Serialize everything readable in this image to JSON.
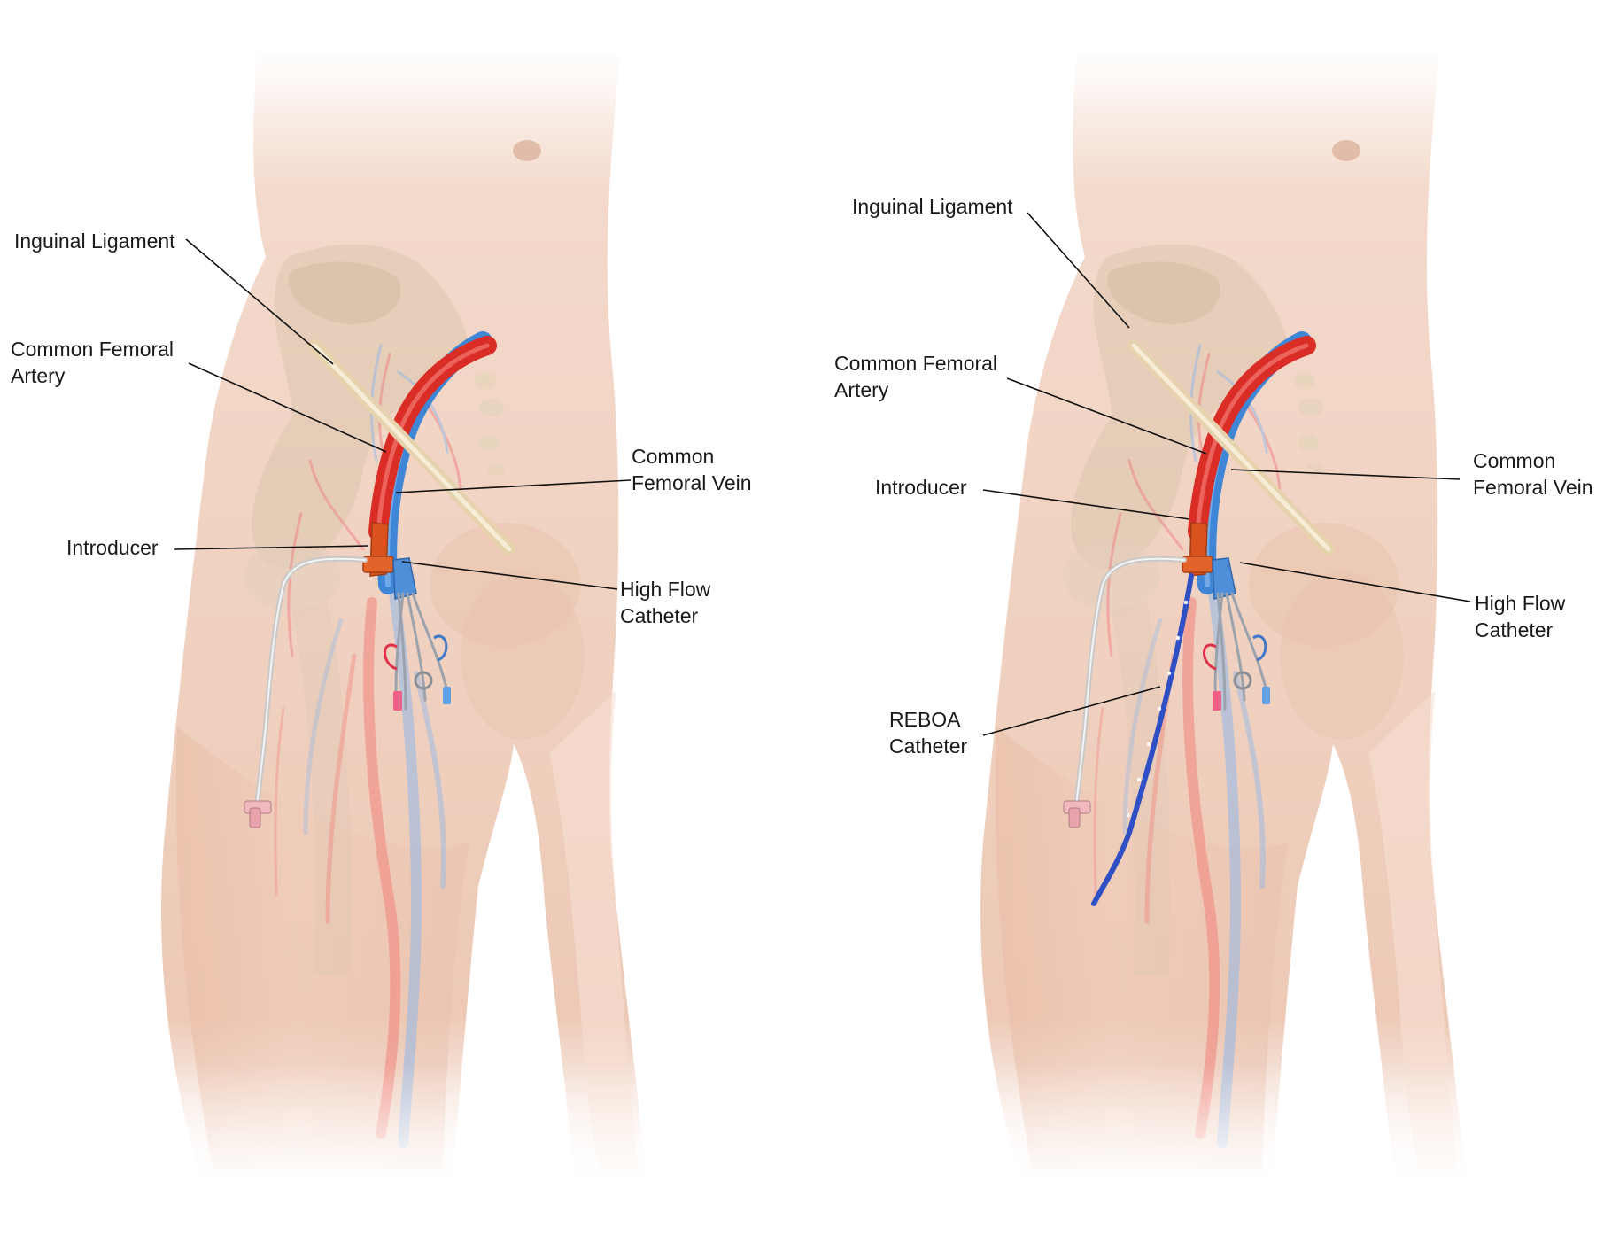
{
  "panels": [
    {
      "id": "left",
      "labels": {
        "inguinal_ligament": "Inguinal Ligament",
        "cfa_line1": "Common Femoral",
        "cfa_line2": "Artery",
        "cfv_line1": "Common",
        "cfv_line2": "Femoral Vein",
        "introducer": "Introducer",
        "hfc_line1": "High Flow",
        "hfc_line2": "Catheter"
      }
    },
    {
      "id": "right",
      "labels": {
        "inguinal_ligament": "Inguinal Ligament",
        "cfa_line1": "Common Femoral",
        "cfa_line2": "Artery",
        "cfv_line1": "Common",
        "cfv_line2": "Femoral Vein",
        "introducer": "Introducer",
        "hfc_line1": "High Flow",
        "hfc_line2": "Catheter",
        "reboa_line1": "REBOA",
        "reboa_line2": "Catheter"
      }
    }
  ],
  "colors": {
    "skin": "#f1d3c2",
    "skin_shadow": "#e3b9a3",
    "pelvis_bone": "#dcc6aa",
    "artery": "#e2342c",
    "vein": "#4a8fdb",
    "introducer": "#d4501e",
    "ligament": "#ecdcb8",
    "reboa": "#3857c9",
    "tubing": "#d9d9d9"
  }
}
